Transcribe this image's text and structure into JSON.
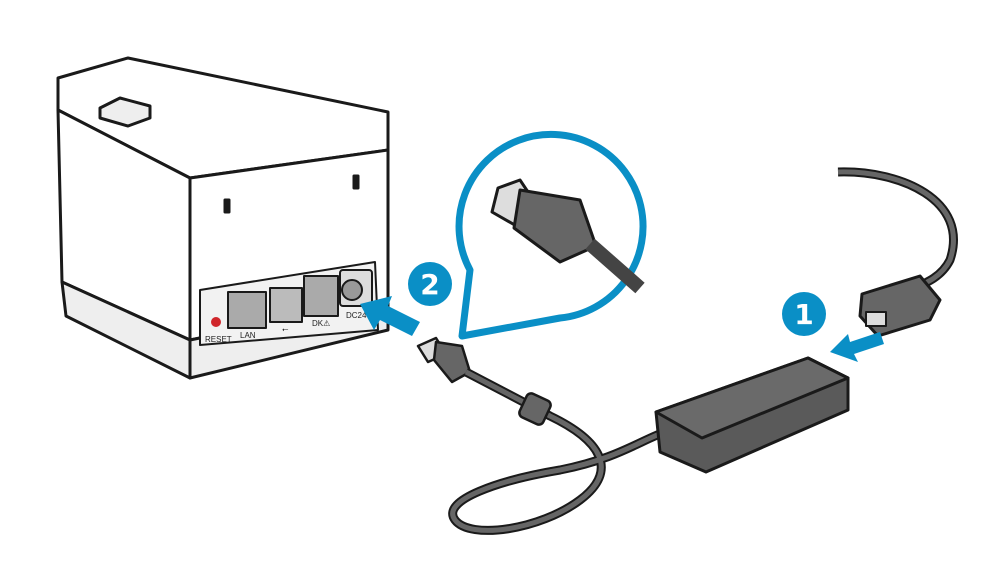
{
  "colors": {
    "accent": "#0a8fc6",
    "outline": "#1a1a1a",
    "device_body": "#ffffff",
    "device_shade": "#e9e9e9",
    "cable": "#555555",
    "adapter": "#5a5a5a",
    "reset_led": "#d0262b"
  },
  "ports": {
    "reset": "RESET",
    "lan": "LAN",
    "usb": "⭠",
    "dk": "DK⚠",
    "dc24": "DC24"
  },
  "steps": [
    {
      "number": "1",
      "icon": "arrow-left-icon"
    },
    {
      "number": "2",
      "icon": "arrow-left-icon"
    }
  ]
}
